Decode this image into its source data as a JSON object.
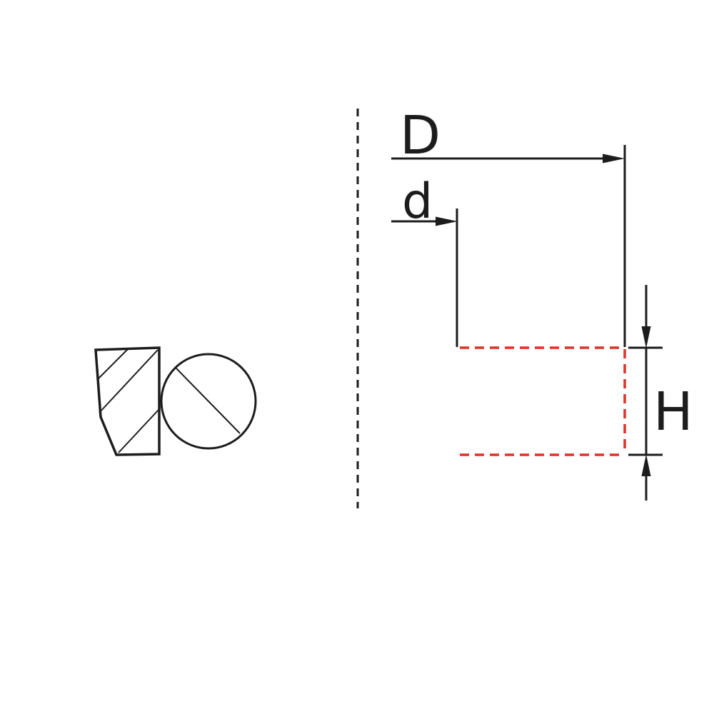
{
  "labels": {
    "outer_diameter": "D",
    "inner_diameter": "d",
    "height": "H"
  },
  "colors": {
    "line": "#1c1c1c",
    "highlight_red": "#e03127"
  }
}
